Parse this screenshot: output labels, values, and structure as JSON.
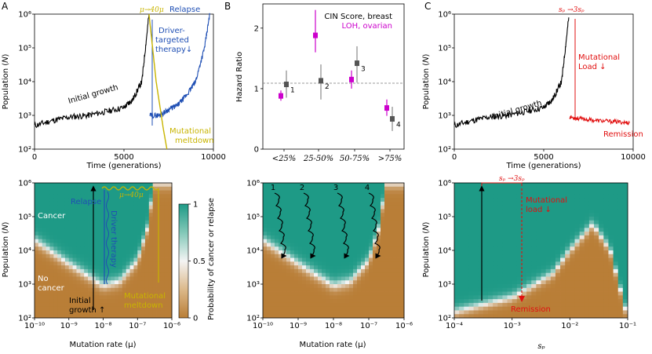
{
  "panel_labels": [
    "A",
    "B",
    "C"
  ],
  "colors": {
    "black": "#000000",
    "blue": "#1f4fb4",
    "yellow": "#c8b400",
    "red": "#e11010",
    "magenta": "#cc00cc",
    "gray": "#555555",
    "teal": "#1e9a86",
    "brown": "#b97e37"
  },
  "tick_labels": {
    "pop_y": [
      "10²",
      "10³",
      "10⁴",
      "10⁵",
      "10⁶"
    ],
    "time_x": [
      "0",
      "5000",
      "10000"
    ],
    "mu_x": [
      "10⁻¹⁰",
      "10⁻⁹",
      "10⁻⁸",
      "10⁻⁷",
      "10⁻⁶"
    ],
    "mu_x_mid": [
      "10⁻¹⁰",
      "10⁻⁹",
      "10⁻⁸",
      "10⁻⁷",
      "10⁻⁶"
    ],
    "hr_y": [
      "0",
      "1",
      "2"
    ],
    "hr_x": [
      "<25%",
      "25-50%",
      "50-75%",
      ">75%"
    ],
    "sp_x": [
      "10⁻⁴",
      "10⁻³",
      "10⁻²",
      "10⁻¹"
    ],
    "cbar": [
      "1",
      "0.5",
      "0"
    ]
  },
  "panelA": {
    "ylabel": "Population (𝑁)",
    "xlabel": "Time (generations)",
    "ann_initial": "Initial growth",
    "ann_mu": "μ→40μ",
    "ann_relapse": "Relapse",
    "ann_driver": [
      "Driver-",
      "targeted",
      "therapy↓"
    ],
    "ann_meltdown": [
      "Mutational",
      "meltdown"
    ]
  },
  "panelB": {
    "ylabel": "Hazard Ratio",
    "legend_cin": "CIN Score, breast",
    "legend_loh": "LOH, ovarian",
    "point_labels": [
      "1",
      "2",
      "3",
      "4"
    ]
  },
  "panelC": {
    "ylabel": "Population (𝑁)",
    "xlabel": "Time (generations)",
    "ann_initial": "Initial growth",
    "ann_sp": "sₚ →3sₚ",
    "ann_load": [
      "Mutational",
      "Load ↓"
    ],
    "ann_remission": "Remission"
  },
  "panelD": {
    "ylabel": "Population (𝑁)",
    "xlabel": "Mutation rate (μ)",
    "cbar_label": "Probability of cancer or relapse",
    "ann_cancer": "Cancer",
    "ann_nocancer": [
      "No",
      "cancer"
    ],
    "ann_relapse": "Relapse",
    "ann_driver": "Driver therapy",
    "ann_mu": "μ→40μ",
    "ann_initial": [
      "Initial",
      "growth ↑"
    ],
    "ann_meltdown": [
      "Mutational",
      "meltdown"
    ]
  },
  "panelE": {
    "xlabel": "Mutation rate (μ)",
    "traj_labels": [
      "1",
      "2",
      "3",
      "4"
    ]
  },
  "panelF": {
    "ylabel": "Population (𝑁)",
    "xlabel": "sₚ",
    "ann_sp": "sₚ →3sₚ",
    "ann_load": [
      "Mutational",
      "load ↓"
    ],
    "ann_remission": "Remission"
  },
  "chart_data": [
    {
      "type": "line",
      "title": "",
      "xlabel": "Time (generations)",
      "ylabel": "Population (N)",
      "xlim": [
        0,
        10000
      ],
      "ylim": [
        100,
        1000000
      ],
      "yscale": "log",
      "series": [
        {
          "name": "Initial growth",
          "color": "#000000",
          "x": [
            0,
            1000,
            2000,
            3000,
            4000,
            5000,
            5500,
            6000,
            6400
          ],
          "y": [
            500,
            700,
            900,
            1000,
            1300,
            1700,
            3000,
            10000,
            1000000
          ]
        },
        {
          "name": "Relapse",
          "color": "#1f4fb4",
          "x": [
            6450,
            7000,
            7500,
            8000,
            8500,
            9000,
            9500,
            9800
          ],
          "y": [
            1000,
            1000,
            1500,
            2000,
            4000,
            10000,
            100000,
            1000000
          ]
        },
        {
          "name": "Mutational meltdown",
          "color": "#c8b400",
          "x": [
            6400,
            6800,
            7200,
            7400
          ],
          "y": [
            1000000,
            10000,
            400,
            100
          ]
        }
      ]
    },
    {
      "type": "scatter",
      "title": "",
      "ylabel": "Hazard Ratio",
      "categories": [
        "<25%",
        "25-50%",
        "50-75%",
        ">75%"
      ],
      "ylim": [
        0,
        2.4
      ],
      "series": [
        {
          "name": "CIN Score, breast",
          "color": "#555555",
          "values": [
            1.07,
            1.13,
            1.42,
            0.5
          ],
          "lo": [
            0.85,
            0.82,
            1.1,
            0.3
          ],
          "hi": [
            1.3,
            1.4,
            1.7,
            0.7
          ]
        },
        {
          "name": "LOH, ovarian",
          "color": "#cc00cc",
          "values": [
            0.88,
            1.88,
            1.15,
            0.68
          ],
          "lo": [
            0.8,
            1.6,
            1.0,
            0.55
          ],
          "hi": [
            0.97,
            2.3,
            1.3,
            0.82
          ]
        }
      ]
    },
    {
      "type": "line",
      "title": "",
      "xlabel": "Time (generations)",
      "ylabel": "Population (N)",
      "xlim": [
        0,
        10000
      ],
      "ylim": [
        100,
        1000000
      ],
      "yscale": "log",
      "series": [
        {
          "name": "Initial growth",
          "color": "#000000",
          "x": [
            0,
            1000,
            2000,
            3000,
            4000,
            5000,
            5500,
            6000,
            6400
          ],
          "y": [
            500,
            700,
            900,
            1000,
            1300,
            1700,
            3000,
            10000,
            800000
          ]
        },
        {
          "name": "Remission",
          "color": "#e11010",
          "x": [
            6450,
            7000,
            8000,
            9000,
            9800
          ],
          "y": [
            900,
            800,
            700,
            650,
            600
          ]
        }
      ]
    },
    {
      "type": "heatmap",
      "title": "",
      "xlabel": "Mutation rate (μ)",
      "ylabel": "Population (N)",
      "xlim": [
        1e-10,
        1e-06
      ],
      "ylim": [
        100,
        1000000
      ],
      "zlabel": "Probability of cancer or relapse",
      "zlim": [
        0,
        1
      ],
      "threshold_N": [
        {
          "mu": 1e-10,
          "N": 20000
        },
        {
          "mu": 1e-09,
          "N": 4000
        },
        {
          "mu": 1e-08,
          "N": 900
        },
        {
          "mu": 3e-08,
          "N": 1200
        },
        {
          "mu": 1e-07,
          "N": 5000
        },
        {
          "mu": 2e-07,
          "N": 50000
        },
        {
          "mu": 3e-07,
          "N": 1000000
        }
      ]
    },
    {
      "type": "heatmap",
      "title": "",
      "xlabel": "Mutation rate (μ)",
      "xlim": [
        1e-10,
        1e-06
      ],
      "ylim": [
        100,
        1000000
      ],
      "threshold_N": [
        {
          "mu": 1e-10,
          "N": 20000
        },
        {
          "mu": 1e-09,
          "N": 4000
        },
        {
          "mu": 1e-08,
          "N": 900
        },
        {
          "mu": 3e-08,
          "N": 1200
        },
        {
          "mu": 1e-07,
          "N": 5000
        },
        {
          "mu": 2e-07,
          "N": 50000
        },
        {
          "mu": 3e-07,
          "N": 1000000
        }
      ]
    },
    {
      "type": "heatmap",
      "title": "",
      "xlabel": "s_p",
      "ylabel": "Population (N)",
      "xlim": [
        0.0001,
        0.1
      ],
      "ylim": [
        100,
        1000000
      ],
      "threshold_N": [
        {
          "sp": 0.0001,
          "N": 150
        },
        {
          "sp": 0.001,
          "N": 400
        },
        {
          "sp": 0.005,
          "N": 2000
        },
        {
          "sp": 0.01,
          "N": 10000
        },
        {
          "sp": 0.025,
          "N": 60000
        },
        {
          "sp": 0.05,
          "N": 10000
        },
        {
          "sp": 0.1,
          "N": 100
        }
      ]
    }
  ]
}
